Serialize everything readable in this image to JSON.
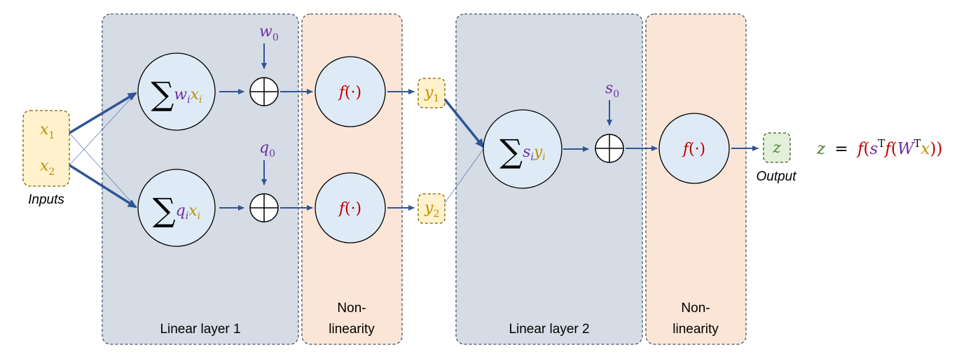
{
  "colors": {
    "linear_panel_fill": "#d6dce5",
    "nonlin_panel_fill": "#fbe5d6",
    "panel_border": "#44546a",
    "node_fill": "#deebf7",
    "io_fill": "#fff2cc",
    "io_border": "#7f6000",
    "output_fill": "#e2f0d9",
    "output_border": "#375623",
    "arrow": "#2f5597",
    "x_color": "#bf9000",
    "weight_color": "#7030a0",
    "f_color": "#c00000",
    "z_color": "#548235"
  },
  "panels": {
    "linear_layer_1": "Linear layer 1",
    "nonlinearity_1": {
      "line1": "Non-",
      "line2": "linearity"
    },
    "linear_layer_2": "Linear layer 2",
    "nonlinearity_2": {
      "line1": "Non-",
      "line2": "linearity"
    }
  },
  "inputs": {
    "caption": "Inputs",
    "x1": {
      "base": "x",
      "sub": "1"
    },
    "x2": {
      "base": "x",
      "sub": "2"
    }
  },
  "layer1": {
    "sum_symbol": "∑",
    "node_top": {
      "w": "w",
      "wi": "i",
      "x": "x",
      "xi": "i"
    },
    "node_bottom": {
      "w": "q",
      "wi": "i",
      "x": "x",
      "xi": "i"
    },
    "bias_top": {
      "base": "w",
      "sub": "0"
    },
    "bias_bottom": {
      "base": "q",
      "sub": "0"
    }
  },
  "activation": {
    "f": "f",
    "arg": "(·)"
  },
  "hidden": {
    "y1": {
      "base": "y",
      "sub": "1"
    },
    "y2": {
      "base": "y",
      "sub": "2"
    }
  },
  "layer2": {
    "sum_symbol": "∑",
    "node": {
      "w": "s",
      "wi": "i",
      "x": "y",
      "xi": "i"
    },
    "bias": {
      "base": "s",
      "sub": "0"
    }
  },
  "output": {
    "symbol": "z",
    "caption": "Output"
  },
  "formula": {
    "lhs": "z",
    "eq": "=",
    "f1": "f",
    "open1": "(",
    "s": "s",
    "T1": "T",
    "f2": "f",
    "open2": "(",
    "W": "W",
    "T2": "T",
    "x": "x",
    "close": "))"
  }
}
